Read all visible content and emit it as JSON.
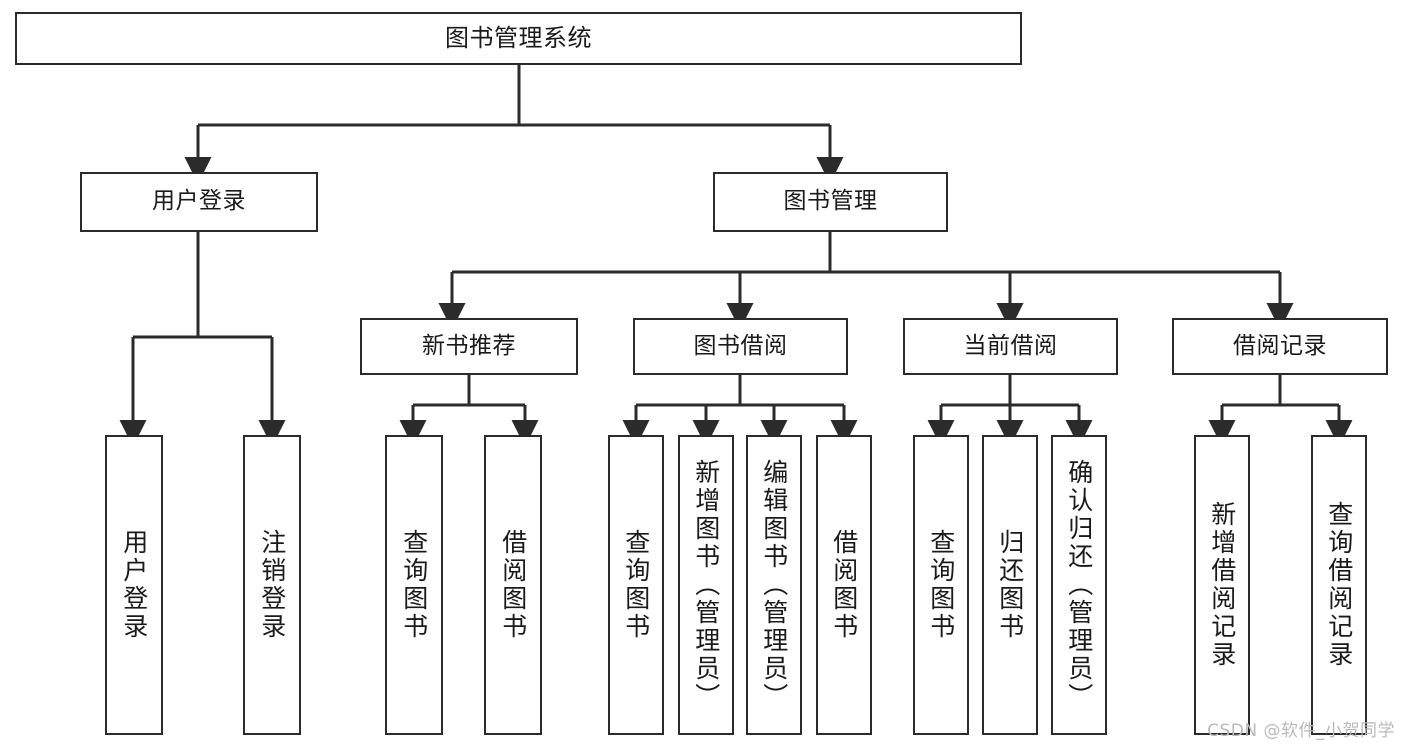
{
  "diagram": {
    "title": "图书管理系统",
    "watermark": "CSDN @软件_小贺同学",
    "root": {
      "label": "图书管理系统"
    },
    "level2": [
      {
        "label": "用户登录"
      },
      {
        "label": "图书管理"
      }
    ],
    "level3": [
      {
        "label": "新书推荐"
      },
      {
        "label": "图书借阅"
      },
      {
        "label": "当前借阅"
      },
      {
        "label": "借阅记录"
      }
    ],
    "leaves": {
      "user_login": [
        {
          "label": "用户登录"
        },
        {
          "label": "注销登录"
        }
      ],
      "new_book": [
        {
          "label": "查询图书"
        },
        {
          "label": "借阅图书"
        }
      ],
      "book_borrow": [
        {
          "label": "查询图书"
        },
        {
          "label": "新增图书（管理员）"
        },
        {
          "label": "编辑图书（管理员）"
        },
        {
          "label": "借阅图书"
        }
      ],
      "current_borrow": [
        {
          "label": "查询图书"
        },
        {
          "label": "归还图书"
        },
        {
          "label": "确认归还（管理员）"
        }
      ],
      "borrow_record": [
        {
          "label": "新增借阅记录"
        },
        {
          "label": "查询借阅记录"
        }
      ]
    },
    "colors": {
      "stroke": "#2b2b2b",
      "background": "#ffffff",
      "text": "#1a1a1a",
      "watermark": "#b9b9b9"
    }
  }
}
